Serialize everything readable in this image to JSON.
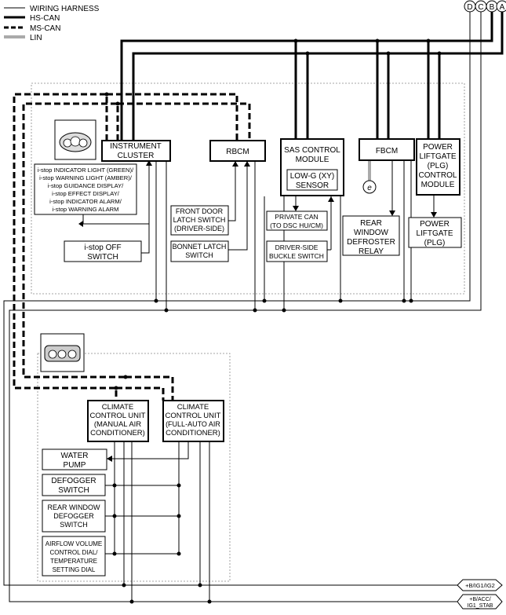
{
  "legend": {
    "wiring_harness": "WIRING HARNESS",
    "hs_can": "HS-CAN",
    "ms_can": "MS-CAN",
    "lin": "LIN"
  },
  "connectors": [
    "D",
    "C",
    "B",
    "A"
  ],
  "modules": {
    "instrument_cluster": [
      "INSTRUMENT",
      "CLUSTER"
    ],
    "rbcm": [
      "RBCM"
    ],
    "sas": [
      "SAS CONTROL",
      "MODULE"
    ],
    "low_g": [
      "LOW-G (XY)",
      "SENSOR"
    ],
    "fbcm": [
      "FBCM"
    ],
    "plg_module": [
      "POWER",
      "LIFTGATE",
      "(PLG)",
      "CONTROL",
      "MODULE"
    ],
    "cc_manual": [
      "CLIMATE",
      "CONTROL UNIT",
      "(MANUAL AIR",
      "CONDITIONER)"
    ],
    "cc_auto": [
      "CLIMATE",
      "CONTROL UNIT",
      "(FULL-AUTO AIR",
      "CONDITIONER)"
    ]
  },
  "devices": {
    "istop_display": [
      "i-stop INDICATOR LIGHT (GREEN)/",
      "i-stop WARNING LIGHT (AMBER)/",
      "i-stop GUIDANCE DISPLAY/",
      "i-stop EFFECT DISPLAY/",
      "i-stop INDICATOR ALARM/",
      "i-stop WARNING ALARM"
    ],
    "istop_off": [
      "i-stop OFF",
      "SWITCH"
    ],
    "front_door": [
      "FRONT DOOR",
      "LATCH SWITCH",
      "(DRIVER-SIDE)"
    ],
    "bonnet": [
      "BONNET LATCH",
      "SWITCH"
    ],
    "private_can": [
      "PRIVATE CAN",
      "(TO DSC HU/CM)"
    ],
    "buckle": [
      "DRIVER-SIDE",
      "BUCKLE SWITCH"
    ],
    "rear_defroster": [
      "REAR",
      "WINDOW",
      "DEFROSTER",
      "RELAY"
    ],
    "plg": [
      "POWER",
      "LIFTGATE",
      "(PLG)"
    ],
    "water_pump": [
      "WATER",
      "PUMP"
    ],
    "defogger": [
      "DEFOGGER",
      "SWITCH"
    ],
    "rear_defogger": [
      "REAR WINDOW",
      "DEFOGGER",
      "SWITCH"
    ],
    "airflow": [
      "AIRFLOW VOLUME",
      "CONTROL DIAL/",
      "TEMPERATURE",
      "SETTING DIAL"
    ]
  },
  "ground_label": "e",
  "power": {
    "ig": "+B/IG1/IG2",
    "acc": [
      "+B/ACC/",
      "IG1_STAB"
    ]
  }
}
